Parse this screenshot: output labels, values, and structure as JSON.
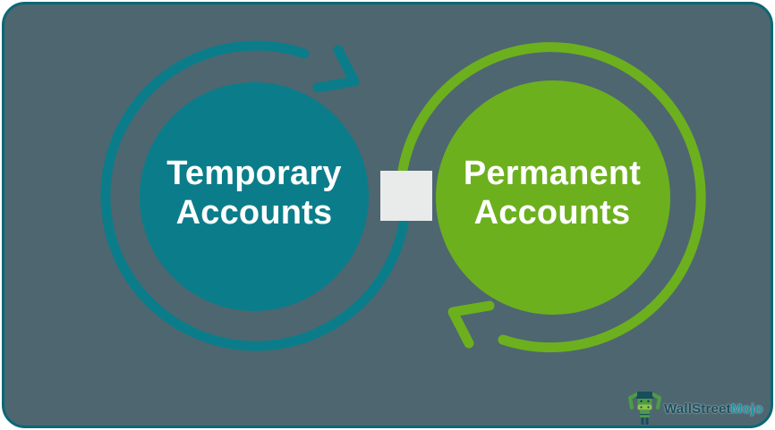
{
  "diagram": {
    "temporary": {
      "line1": "Temporary",
      "line2": "Accounts"
    },
    "permanent": {
      "line1": "Permanent",
      "line2": "Accounts"
    }
  },
  "logo": {
    "part1": "WallStreet",
    "part2": "Mojo"
  },
  "colors": {
    "page_background": "#FFFFFF",
    "card_background": "#4E6670",
    "card_border": "#0A6874",
    "teal": "#0B7D8A",
    "green": "#6CB01E",
    "connector_square": "#E9EAEA",
    "label_text": "#FFFFFF",
    "logo_primary": "#174E5C",
    "logo_accent": "#1E93A4"
  }
}
